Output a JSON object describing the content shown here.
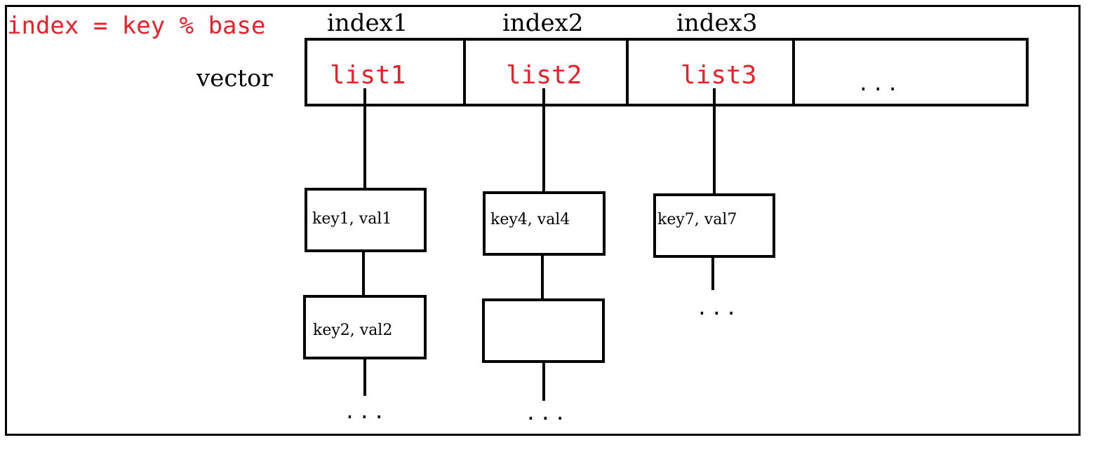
{
  "formula": "index = key % base",
  "vector_label": "vector",
  "indices": [
    "index1",
    "index2",
    "index3"
  ],
  "lists": [
    "list1",
    "list2",
    "list3"
  ],
  "vector_ellipsis": "...",
  "nodes": {
    "key1": "key1, val1",
    "key2": "key2, val2",
    "key4": "key4, val4",
    "key7": "key7, val7"
  },
  "ellipsis": "...",
  "colors": {
    "accent": "#e8202a",
    "line": "#000000"
  }
}
